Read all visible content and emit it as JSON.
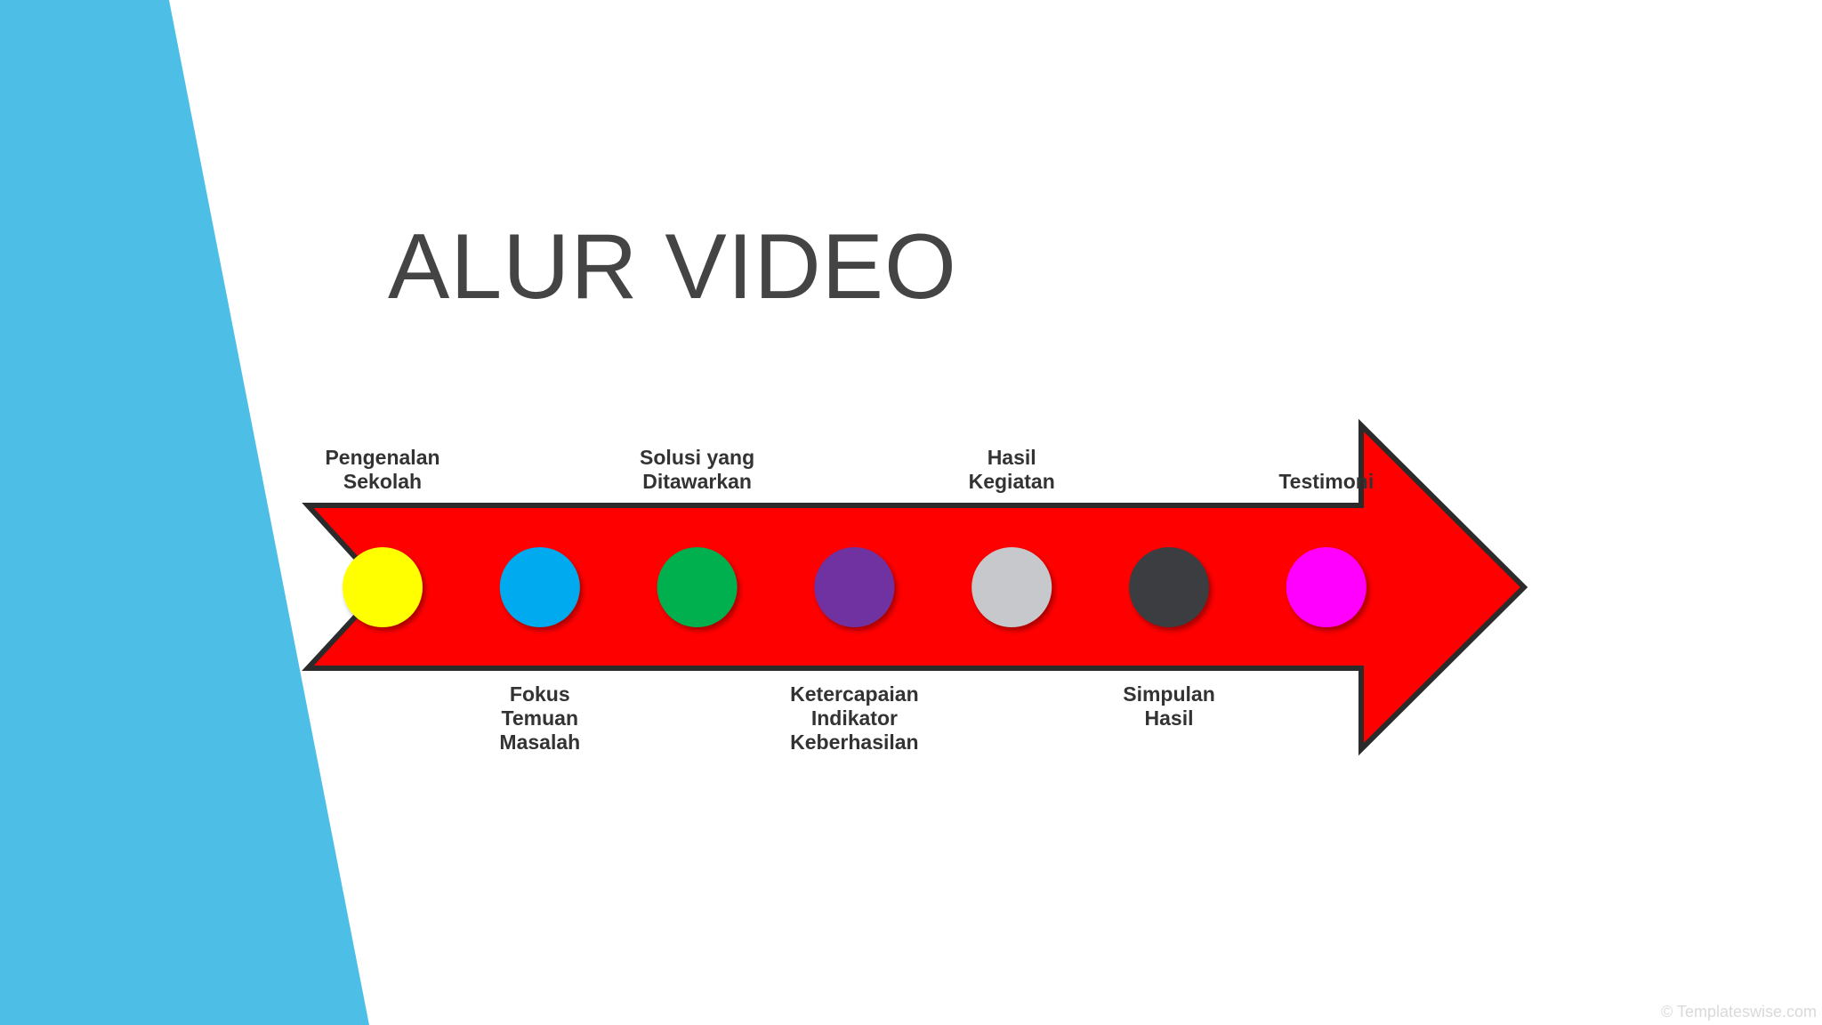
{
  "slide": {
    "title": "ALUR VIDEO",
    "watermark": "© Templateswise.com"
  },
  "colors": {
    "accent_blue": "#4DBFE7",
    "arrow_fill": "#FF0000",
    "arrow_outline": "#2B2B2B",
    "title_text": "#444444",
    "label_text": "#333333"
  },
  "steps": [
    {
      "label": "Pengenalan\nSekolah",
      "color": "#FFFF00",
      "label_position": "above"
    },
    {
      "label": "Fokus\nTemuan\nMasalah",
      "color": "#00AAEE",
      "label_position": "below"
    },
    {
      "label": "Solusi yang\nDitawarkan",
      "color": "#00B050",
      "label_position": "above"
    },
    {
      "label": "Ketercapaian\nIndikator\nKeberhasilan",
      "color": "#7030A0",
      "label_position": "below"
    },
    {
      "label": "Hasil\nKegiatan",
      "color": "#C6C8CC",
      "label_position": "above"
    },
    {
      "label": "Simpulan\nHasil",
      "color": "#3A3C40",
      "label_position": "below"
    },
    {
      "label": "Testimoni",
      "color": "#FF00FF",
      "label_position": "above"
    }
  ]
}
